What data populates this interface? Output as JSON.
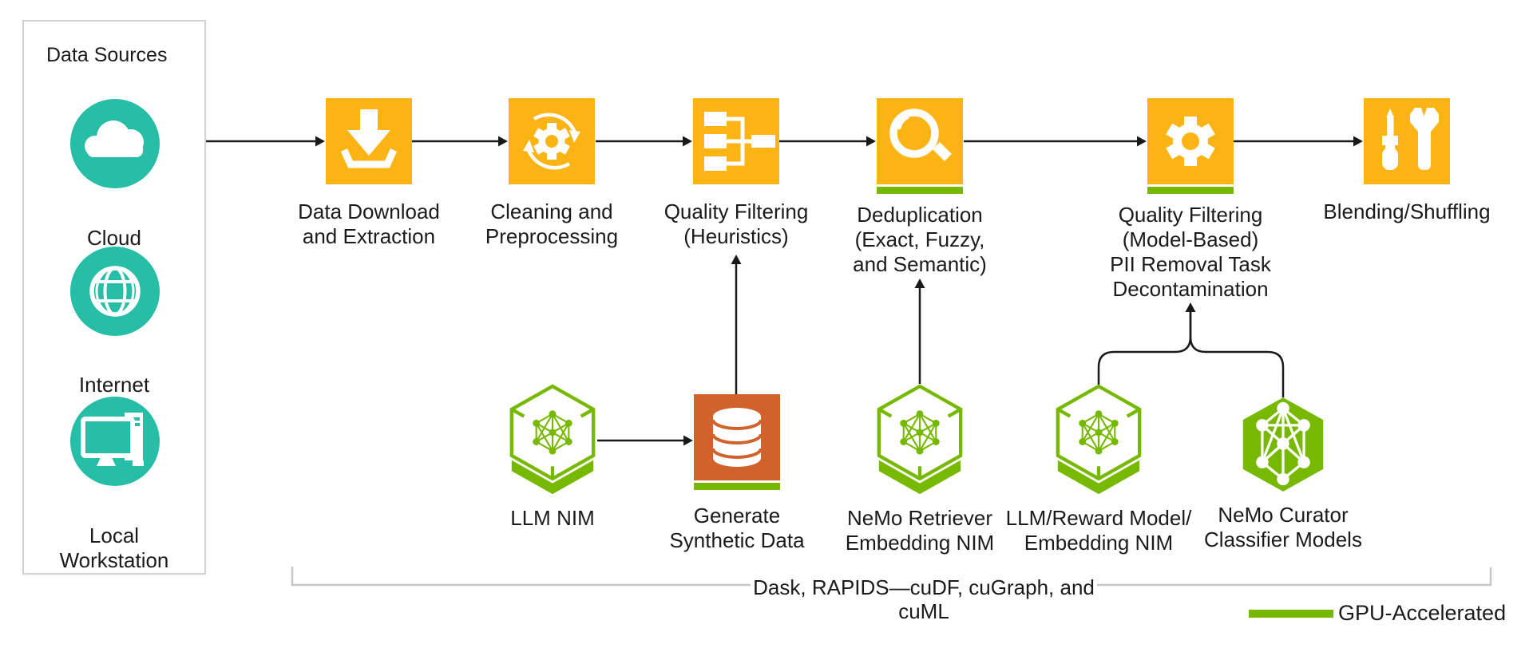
{
  "colors": {
    "amber": "#FBB414",
    "teal": "#26BEA6",
    "nvidia_green": "#76B900",
    "burnt_orange": "#D2622B",
    "ink": "#1b1b1b",
    "bracket_gray": "#c6c6c6",
    "panel_border": "#d2d2d2"
  },
  "panel": {
    "title": "Data Sources",
    "items": [
      {
        "icon": "cloud-icon",
        "label": "Cloud"
      },
      {
        "icon": "globe-icon",
        "label": "Internet"
      },
      {
        "icon": "workstation-icon",
        "label": "Local\nWorkstation"
      }
    ]
  },
  "pipeline": {
    "stages": [
      {
        "icon": "download-icon",
        "label": "Data Download\nand Extraction",
        "gpu_accelerated": false
      },
      {
        "icon": "sync-gear-icon",
        "label": "Cleaning and\nPreprocessing",
        "gpu_accelerated": false
      },
      {
        "icon": "hierarchy-icon",
        "label": "Quality Filtering\n(Heuristics)",
        "gpu_accelerated": false
      },
      {
        "icon": "magnifier-icon",
        "label": "Deduplication\n(Exact, Fuzzy,\nand Semantic)",
        "gpu_accelerated": true
      },
      {
        "icon": "gear-icon",
        "label": "Quality Filtering\n(Model-Based)\nPII Removal Task\nDecontamination",
        "gpu_accelerated": true
      },
      {
        "icon": "tools-icon",
        "label": "Blending/Shuffling",
        "gpu_accelerated": false
      }
    ]
  },
  "resources": [
    {
      "icon": "nim-hexagon-icon",
      "label": "LLM NIM",
      "gpu_accelerated": false
    },
    {
      "icon": "database-icon",
      "label": "Generate\nSynthetic Data",
      "gpu_accelerated": true
    },
    {
      "icon": "nim-hexagon-icon",
      "label": "NeMo Retriever\nEmbedding NIM",
      "gpu_accelerated": false
    },
    {
      "icon": "nim-hexagon-icon",
      "label": "LLM/Reward Model/\nEmbedding NIM",
      "gpu_accelerated": false
    },
    {
      "icon": "solid-hexagon-icon",
      "label": "NeMo Curator\nClassifier Models",
      "gpu_accelerated": false
    }
  ],
  "footer": {
    "bracket_label": "Dask, RAPIDS—cuDF, cuGraph, and cuML"
  },
  "legend": {
    "label": "GPU-Accelerated",
    "swatch_color": "#76B900"
  }
}
